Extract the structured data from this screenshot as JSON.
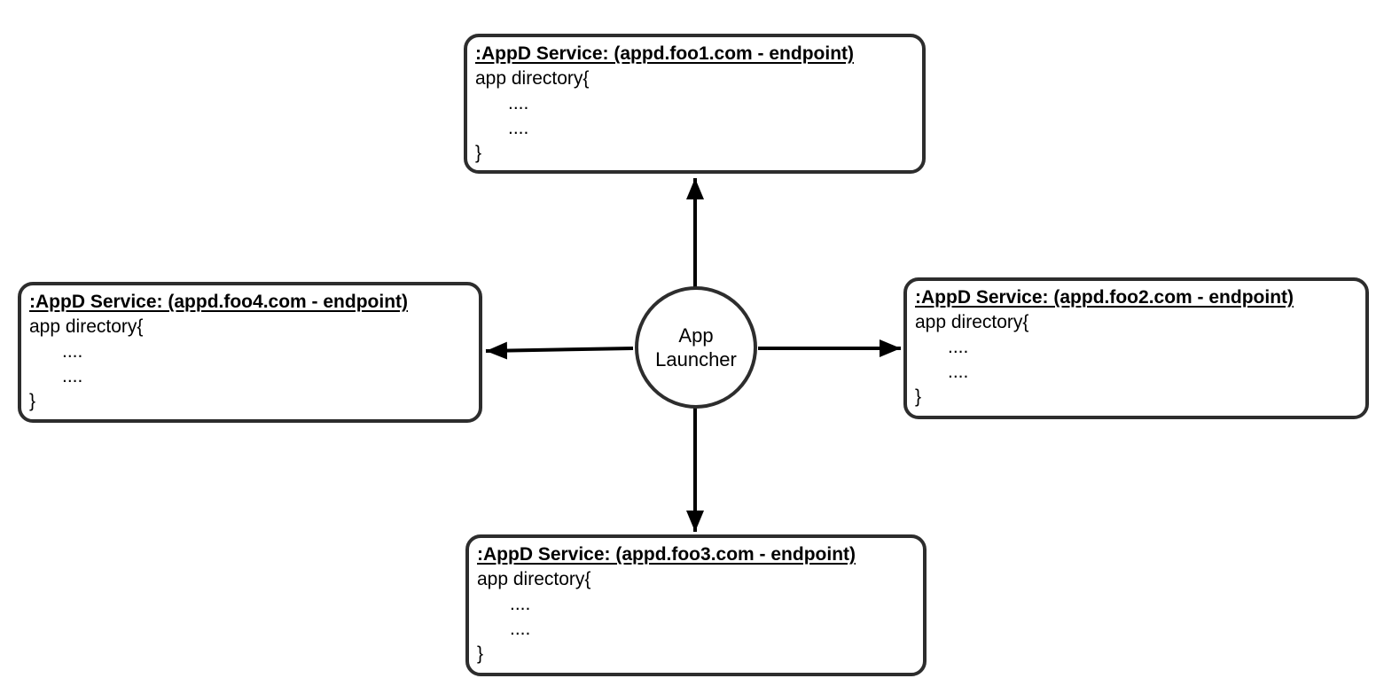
{
  "diagram": {
    "type": "hub-and-spoke",
    "colors": {
      "background": "#ffffff",
      "box_border": "#2d2d2d",
      "arrow": "#000000",
      "text": "#000000"
    },
    "hub": {
      "line1": "App",
      "line2": "Launcher"
    },
    "nodes": {
      "top": {
        "title": ":AppD Service: (appd.foo1.com - endpoint)",
        "body": [
          "app directory{",
          "....",
          "....",
          "}"
        ]
      },
      "right": {
        "title": ":AppD Service: (appd.foo2.com - endpoint)",
        "body": [
          "app directory{",
          "....",
          "....",
          "}"
        ]
      },
      "bottom": {
        "title": ":AppD Service: (appd.foo3.com - endpoint)",
        "body": [
          "app directory{",
          "....",
          "....",
          "}"
        ]
      },
      "left": {
        "title": ":AppD Service: (appd.foo4.com - endpoint)",
        "body": [
          "app directory{",
          "....",
          "....",
          "}"
        ]
      }
    },
    "connections": [
      {
        "from": "hub",
        "to": "top"
      },
      {
        "from": "hub",
        "to": "right"
      },
      {
        "from": "hub",
        "to": "bottom"
      },
      {
        "from": "hub",
        "to": "left"
      }
    ]
  }
}
